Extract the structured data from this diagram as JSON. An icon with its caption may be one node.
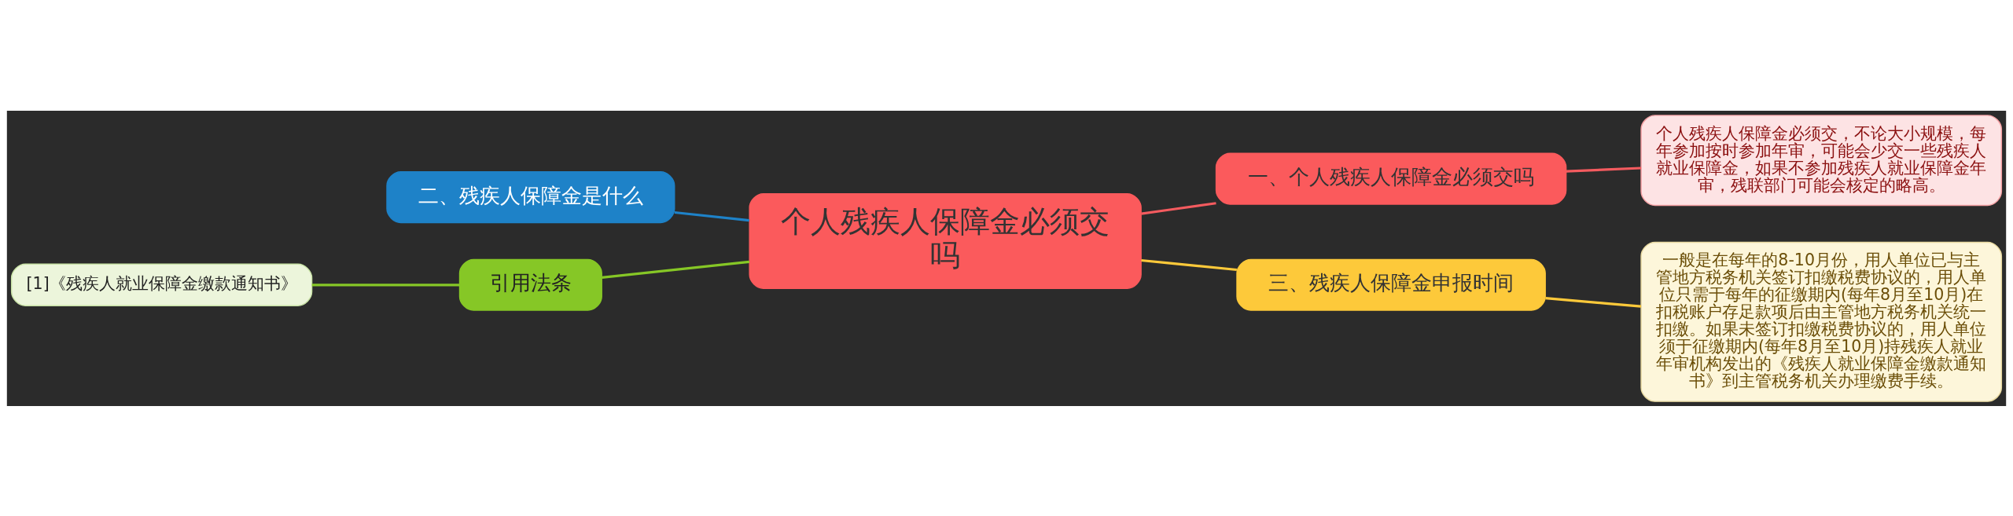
{
  "diagram": {
    "nodes": [
      {
        "text": [
          "个人残疾人保障金必须交吗"
        ]
      },
      {
        "text": [
          "一、个人残疾人保障金必须交吗"
        ]
      },
      {
        "text": [
          "个人残疾人保障金必须交，不论大小规模，每年参加按时参加年审，可能会少交一些残疾人就业保障金，如果不参加残疾人就业保障金年审，残联部门可能会核定的略高。"
        ]
      },
      {
        "text": [
          "二、残疾人保障金是什么"
        ]
      },
      {
        "text": [
          "引用法条"
        ]
      },
      {
        "text": [
          "[1]《残疾人就业保障金缴款通知书》"
        ]
      },
      {
        "text": [
          "三、残疾人保障金申报时间"
        ]
      },
      {
        "text": [
          "一般是在每年的8-10月份，用人单位已与主管地方税务机关签订扣缴税费协议的，用人单位只需于每年的征缴期内(每年8月至10月)在扣税账户存足款项后由主管地方税务机关统一扣缴。如果未签订扣缴税费协议的，用人单位须于征缴期内(每年8月至10月)持残疾人就业年审机构发出的《残疾人就业保障金缴款通知书》到主管税务机关办理缴费手续。"
        ]
      }
    ],
    "edges": [
      {
        "from": 0,
        "to": 1,
        "arrow": "none",
        "color": "#f45b5f"
      },
      {
        "from": 1,
        "to": 2,
        "arrow": "none",
        "color": "#f45b5f"
      },
      {
        "from": 3,
        "to": 0,
        "arrow": "none",
        "color": "#1e82c8"
      },
      {
        "from": 4,
        "to": 0,
        "arrow": "none",
        "color": "#86c726"
      },
      {
        "from": 5,
        "to": 4,
        "arrow": "none",
        "color": "#86c726"
      },
      {
        "from": 0,
        "to": 6,
        "arrow": "none",
        "color": "#fdc93a"
      },
      {
        "from": 6,
        "to": 7,
        "arrow": "none",
        "color": "#fdc93a"
      }
    ]
  }
}
